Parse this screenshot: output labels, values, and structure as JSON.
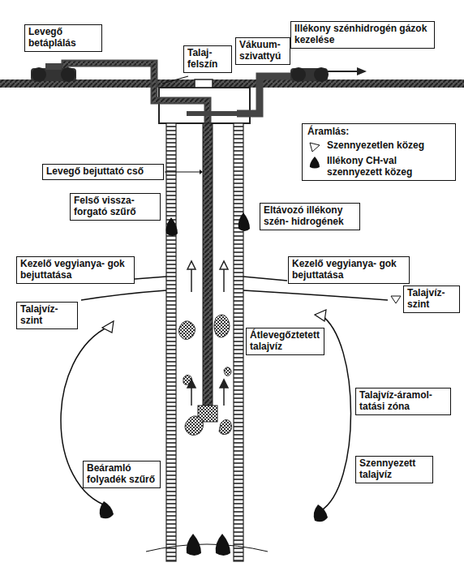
{
  "diagram": {
    "nodes": [
      {
        "text": [
          "Levegő betáplálás"
        ]
      },
      {
        "text": [
          "Illékony szénhidrogén gázok kezelése"
        ]
      },
      {
        "text": [
          "Vákuum- szivattyú"
        ]
      },
      {
        "text": [
          "Talaj- felszín"
        ]
      },
      {
        "text": [
          "Levegő bejuttató cső"
        ]
      },
      {
        "text": [
          "Felső vissza- forgató szűrő"
        ]
      },
      {
        "text": [
          "Eltávozó illékony szén- hidrogének"
        ]
      },
      {
        "text": [
          "Kezelő vegyianya- gok bejuttatása"
        ]
      },
      {
        "text": [
          "Kezelő vegyianya- gok bejuttatása"
        ]
      },
      {
        "text": [
          "Talajvíz- szint"
        ]
      },
      {
        "text": [
          "Talajvíz- szint"
        ]
      },
      {
        "text": [
          "Átlevegőztetett talajvíz"
        ]
      },
      {
        "text": [
          "Talajvíz-áramol- tatási zóna"
        ]
      },
      {
        "text": [
          "Szennyezett talajvíz"
        ]
      },
      {
        "text": [
          "Beáramló folyadék szűrő"
        ]
      }
    ],
    "labels": [
      "Áramlás:"
    ],
    "legend": [
      {
        "text": "Szennyezetlen közeg"
      },
      {
        "text": "Illékony CH-val szennyezett közeg"
      }
    ]
  }
}
